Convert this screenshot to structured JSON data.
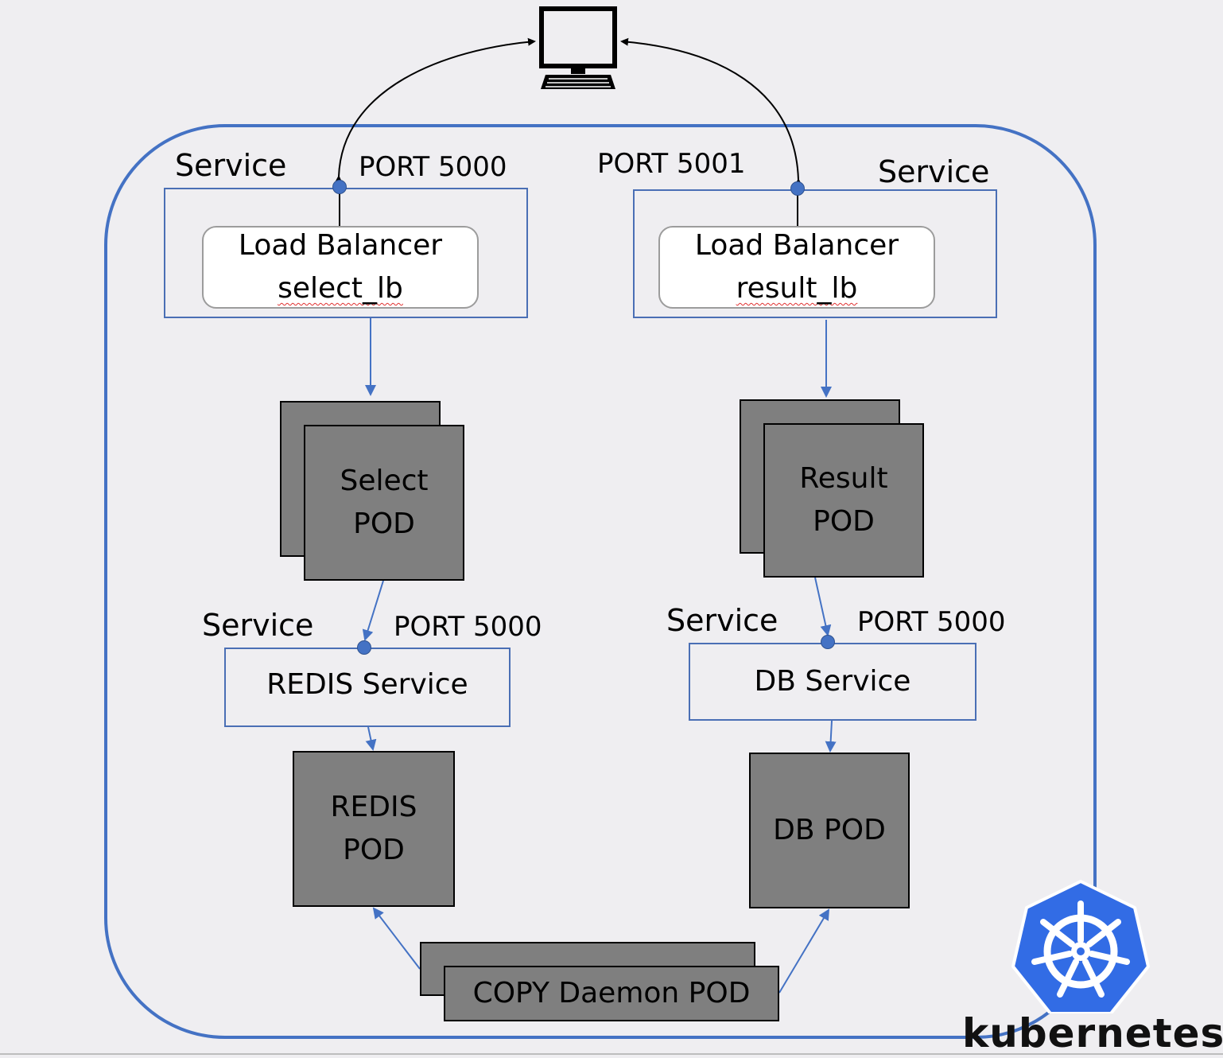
{
  "computer": {
    "icon": "computer-monitor-icon"
  },
  "left": {
    "service_label": "Service",
    "port_label": "PORT 5000",
    "lb_line1": "Load Balancer",
    "lb_line2": "select_lb",
    "pod_line1": "Select",
    "pod_line2": "POD",
    "inner_service_label": "Service",
    "inner_port_label": "PORT 5000",
    "inner_service_name": "REDIS Service",
    "data_pod_line1": "REDIS",
    "data_pod_line2": "POD"
  },
  "right": {
    "service_label": "Service",
    "port_label": "PORT 5001",
    "lb_line1": "Load Balancer",
    "lb_line2": "result_lb",
    "pod_line1": "Result",
    "pod_line2": "POD",
    "inner_service_label": "Service",
    "inner_port_label": "PORT 5000",
    "inner_service_name": "DB Service",
    "data_pod_label": "DB POD"
  },
  "daemon": {
    "label": "COPY Daemon POD"
  },
  "logo": {
    "text": "kubernetes",
    "icon": "kubernetes-helm-icon"
  },
  "colors": {
    "cluster_border": "#4472c4",
    "service_border": "#4a6fb5",
    "pod_fill": "#7f7f7f",
    "logo_blue": "#326ce5"
  }
}
